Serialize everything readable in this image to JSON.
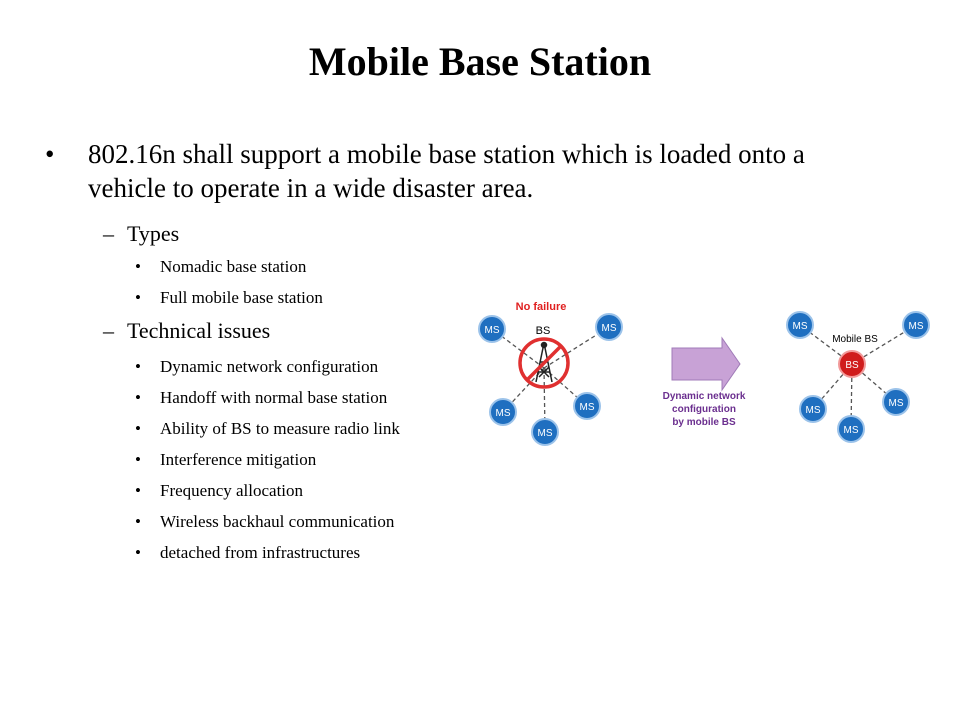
{
  "title": "Mobile Base Station",
  "main_bullet": "802.16n shall support a mobile base station which is loaded onto a vehicle to operate in a wide disaster area.",
  "sections": [
    {
      "label": "Types",
      "items": [
        "Nomadic base station",
        "Full mobile base station"
      ]
    },
    {
      "label": "Technical issues",
      "items": [
        "Dynamic network configuration",
        "Handoff with normal base station",
        "Ability of BS to measure radio link",
        "Interference mitigation",
        "Frequency allocation",
        "Wireless backhaul communication",
        "detached from infrastructures"
      ]
    }
  ],
  "diagram": {
    "left": {
      "caption": "No failure",
      "hub": "BS",
      "node": "MS"
    },
    "arrow_label": [
      "Dynamic network",
      "configuration",
      "by mobile BS"
    ],
    "right": {
      "caption": "Mobile BS",
      "hub": "BS",
      "node": "MS"
    },
    "colors": {
      "node_fill": "#1f6fc0",
      "hub_fill": "#d01c1c",
      "caption": "#e02020",
      "arrow_text": "#6b2f8f",
      "arrow_fill": "#c8a2d6",
      "no_sign": "#e03030"
    }
  }
}
